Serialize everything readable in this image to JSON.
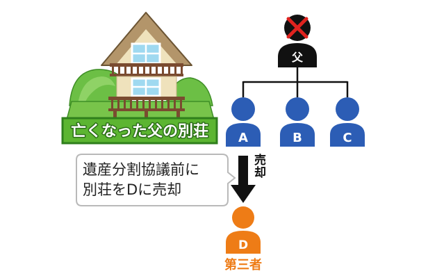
{
  "house": {
    "label": "亡くなった父の別荘"
  },
  "father": {
    "label": "父",
    "status_icon": "red-cross-icon"
  },
  "heirs": [
    {
      "label": "A"
    },
    {
      "label": "B"
    },
    {
      "label": "C"
    }
  ],
  "transfer": {
    "label": "売却",
    "icon": "down-arrow-icon"
  },
  "note": {
    "lines": [
      "遺産分割協議前に",
      "別荘をDに売却"
    ]
  },
  "buyer": {
    "label": "D",
    "role": "第三者"
  },
  "colors": {
    "father": "#111111",
    "cross": "#e0231f",
    "heir": "#2c5db5",
    "buyer": "#ee7c16",
    "banner": "#5cb531",
    "hill": "#6cbf45"
  }
}
